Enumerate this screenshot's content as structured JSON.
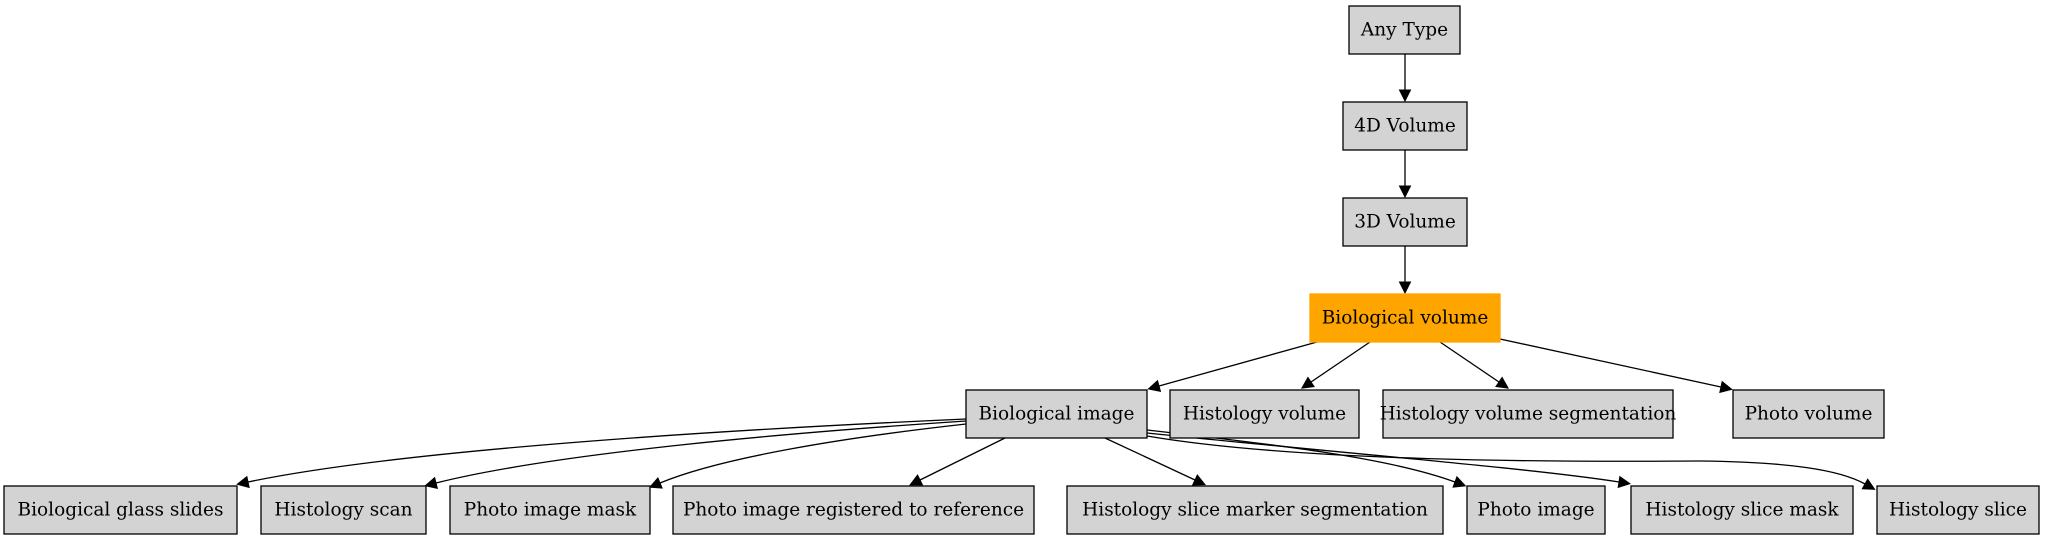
{
  "colors": {
    "node_fill": "#d3d3d3",
    "highlight_fill": "#ffa500",
    "stroke": "#000000",
    "background": "#ffffff"
  },
  "nodes": [
    {
      "id": "any_type",
      "label": "Any Type"
    },
    {
      "id": "vol4d",
      "label": "4D Volume"
    },
    {
      "id": "vol3d",
      "label": "3D Volume"
    },
    {
      "id": "bio_volume",
      "label": "Biological volume",
      "highlight": true
    },
    {
      "id": "bio_image",
      "label": "Biological image"
    },
    {
      "id": "histo_volume",
      "label": "Histology volume"
    },
    {
      "id": "histo_vol_seg",
      "label": "Histology volume segmentation"
    },
    {
      "id": "photo_volume",
      "label": "Photo volume"
    },
    {
      "id": "bio_glass",
      "label": "Biological glass slides"
    },
    {
      "id": "histo_scan",
      "label": "Histology scan"
    },
    {
      "id": "photo_mask",
      "label": "Photo image mask"
    },
    {
      "id": "photo_reg",
      "label": "Photo image registered to reference"
    },
    {
      "id": "histo_marker_seg",
      "label": "Histology slice marker segmentation"
    },
    {
      "id": "photo_image",
      "label": "Photo image"
    },
    {
      "id": "histo_slice_mask",
      "label": "Histology slice mask"
    },
    {
      "id": "histo_slice",
      "label": "Histology slice"
    }
  ],
  "edges": [
    {
      "from": "any_type",
      "to": "vol4d"
    },
    {
      "from": "vol4d",
      "to": "vol3d"
    },
    {
      "from": "vol3d",
      "to": "bio_volume"
    },
    {
      "from": "bio_volume",
      "to": "bio_image"
    },
    {
      "from": "bio_volume",
      "to": "histo_volume"
    },
    {
      "from": "bio_volume",
      "to": "histo_vol_seg"
    },
    {
      "from": "bio_volume",
      "to": "photo_volume"
    },
    {
      "from": "bio_image",
      "to": "bio_glass"
    },
    {
      "from": "bio_image",
      "to": "histo_scan"
    },
    {
      "from": "bio_image",
      "to": "photo_mask"
    },
    {
      "from": "bio_image",
      "to": "photo_reg"
    },
    {
      "from": "bio_image",
      "to": "histo_marker_seg"
    },
    {
      "from": "bio_image",
      "to": "photo_image"
    },
    {
      "from": "bio_image",
      "to": "histo_slice_mask"
    },
    {
      "from": "bio_image",
      "to": "histo_slice"
    }
  ]
}
